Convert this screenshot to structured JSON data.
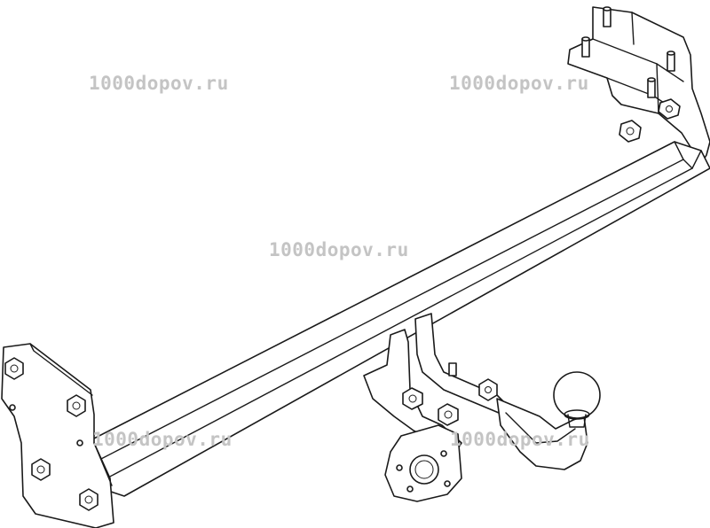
{
  "watermarks": [
    "1000dopov.ru",
    "1000dopov.ru",
    "1000dopov.ru",
    "1000dopov.ru",
    "1000dopov.ru"
  ]
}
